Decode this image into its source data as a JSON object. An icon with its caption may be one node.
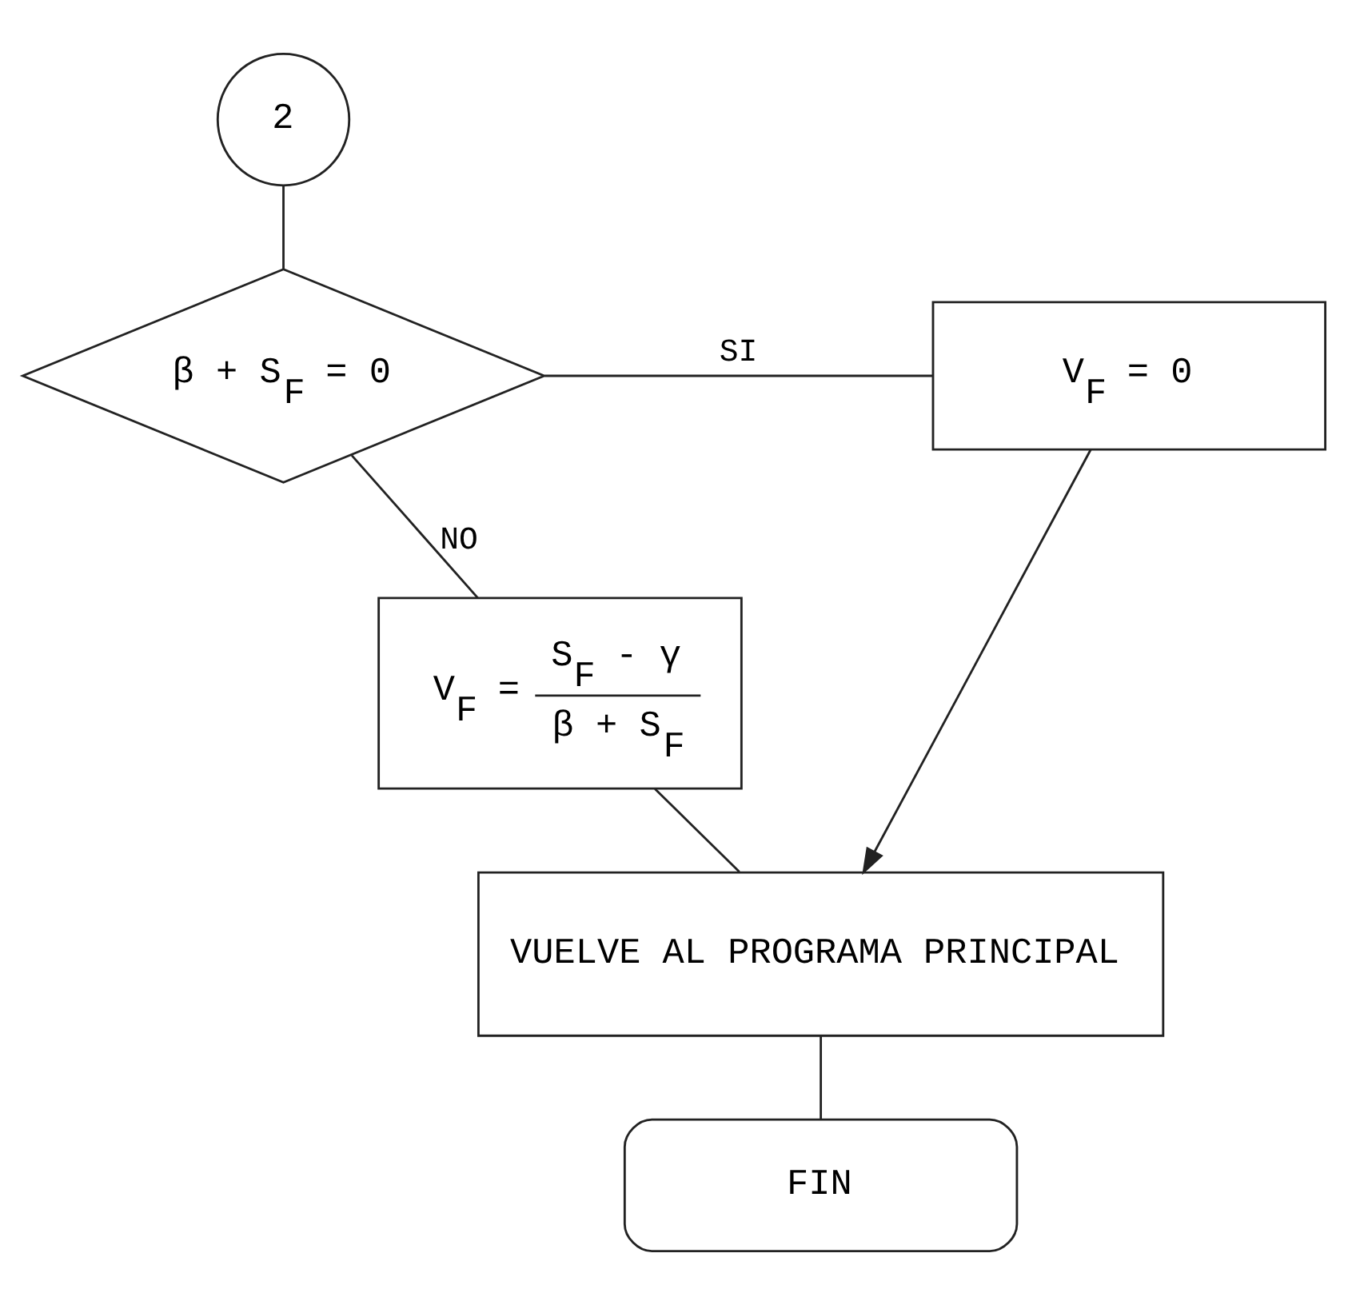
{
  "diagram": {
    "nodes": [
      {
        "text": [
          "2"
        ]
      },
      {
        "text": [
          "β + S$_{F}$ = 0"
        ]
      },
      {
        "text": [
          "V$_{F}$ = 0"
        ]
      },
      {
        "text": [
          "V$_{F}$ =",
          "S$_{F}$ - γ",
          "β + S$_{F}$"
        ]
      },
      {
        "text": [
          "VUELVE AL PROGRAMA PRINCIPAL"
        ]
      },
      {
        "text": [
          "FIN"
        ]
      }
    ],
    "edges": [
      {
        "from": 0,
        "to": 1,
        "arrow": "none"
      },
      {
        "from": 1,
        "to": 2,
        "arrow": "none",
        "label": "SI"
      },
      {
        "from": 1,
        "to": 3,
        "arrow": "none",
        "label": "NO"
      },
      {
        "from": 3,
        "to": 4,
        "arrow": "none"
      },
      {
        "from": 2,
        "to": 4,
        "arrow": "to"
      },
      {
        "from": 4,
        "to": 5,
        "arrow": "none"
      }
    ]
  }
}
